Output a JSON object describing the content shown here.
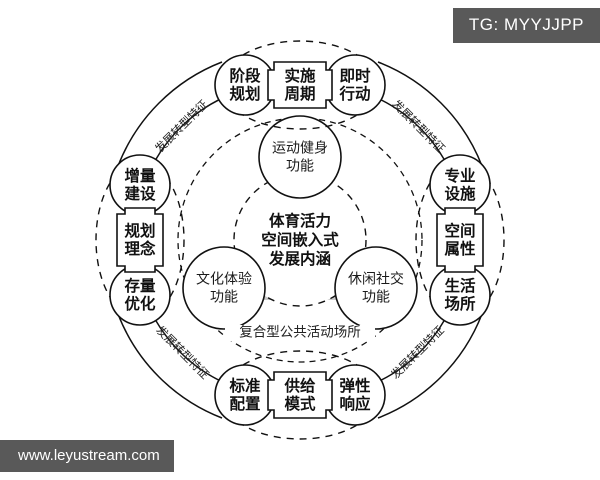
{
  "overlay": {
    "tag_badge": "TG: MYYJJPP",
    "watermark": "www.leyustream.com"
  },
  "diagram": {
    "core": {
      "line1": "体育活力",
      "line2": "空间嵌入式",
      "line3": "发展内涵"
    },
    "inner_ring_label": "复合型公共活动场所",
    "functions": [
      {
        "id": "sport-fitness",
        "line1": "运动健身",
        "line2": "功能"
      },
      {
        "id": "culture-experience",
        "line1": "文化体验",
        "line2": "功能"
      },
      {
        "id": "leisure-social",
        "line1": "休闲社交",
        "line2": "功能"
      }
    ],
    "groups": [
      {
        "id": "top-group",
        "center_box": {
          "line1": "实施",
          "line2": "周期"
        },
        "left_node": {
          "line1": "阶段",
          "line2": "规划"
        },
        "right_node": {
          "line1": "即时",
          "line2": "行动"
        }
      },
      {
        "id": "left-group",
        "center_box": {
          "line1": "规划",
          "line2": "理念"
        },
        "left_node": {
          "line1": "增量",
          "line2": "建设"
        },
        "right_node": {
          "line1": "存量",
          "line2": "优化"
        }
      },
      {
        "id": "right-group",
        "center_box": {
          "line1": "空间",
          "line2": "属性"
        },
        "left_node": {
          "line1": "专业",
          "line2": "设施"
        },
        "right_node": {
          "line1": "生活",
          "line2": "场所"
        }
      },
      {
        "id": "bottom-group",
        "center_box": {
          "line1": "供给",
          "line2": "模式"
        },
        "left_node": {
          "line1": "标准",
          "line2": "配置"
        },
        "right_node": {
          "line1": "弹性",
          "line2": "响应"
        }
      }
    ],
    "arc_labels": [
      {
        "id": "arc-top-left",
        "text": "发展转型特征"
      },
      {
        "id": "arc-top-right",
        "text": "发展转型特征"
      },
      {
        "id": "arc-bottom-left",
        "text": "发展转型特征"
      },
      {
        "id": "arc-bottom-right",
        "text": "发展转型特征"
      }
    ],
    "colors": {
      "line": "#111111",
      "triangle_fill": "#c9c9c9",
      "badge_bg": "#595959",
      "badge_text": "#ffffff",
      "background": "#ffffff"
    }
  }
}
